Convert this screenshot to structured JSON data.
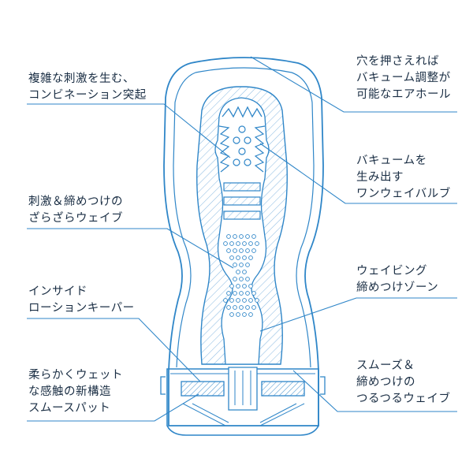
{
  "accent_color": "#2f86c8",
  "labels": {
    "complex_protrusions": {
      "line1": "複雑な刺激を生む、",
      "line2": "コンビネーション突起"
    },
    "air_hole": {
      "line1": "穴を押さえれば",
      "line2": "バキューム調整が",
      "line3": "可能なエアホール"
    },
    "one_way_valve": {
      "line1": "バキュームを",
      "line2": "生み出す",
      "line3": "ワンウェイバルブ"
    },
    "grainy_wave": {
      "line1": "刺激＆締めつけの",
      "line2": "ざらざらウェイブ"
    },
    "waving_zone": {
      "line1": "ウェイビング",
      "line2": "締めつけゾーン"
    },
    "lotion_keeper": {
      "line1": "インサイド",
      "line2": "ローションキーパー"
    },
    "smooth_wave": {
      "line1": "スムーズ＆",
      "line2": "締めつけの",
      "line3": "つるつるウェイブ"
    },
    "soft_pad": {
      "line1": "柔らかくウェット",
      "line2": "な感触の新構造",
      "line3": "スムースパット"
    }
  }
}
